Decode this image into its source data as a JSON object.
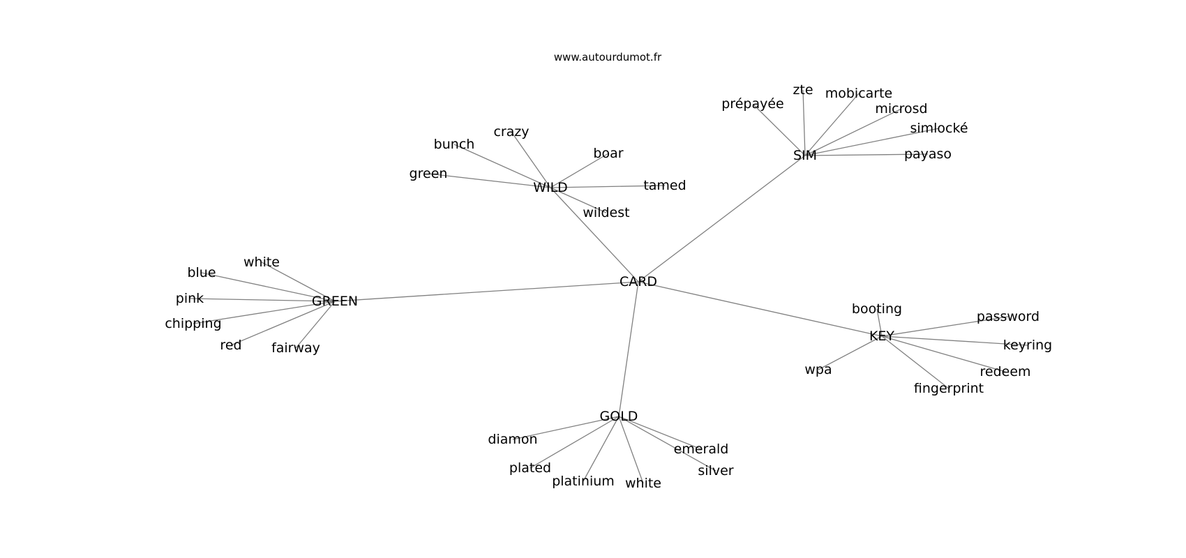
{
  "site_url": "www.autourdumot.fr",
  "center": {
    "id": "card",
    "label": "CARD"
  },
  "hubs": [
    {
      "id": "wild",
      "label": "WILD",
      "leaves": [
        {
          "id": "crazy",
          "label": "crazy"
        },
        {
          "id": "bunch",
          "label": "bunch"
        },
        {
          "id": "boar",
          "label": "boar"
        },
        {
          "id": "green",
          "label": "green"
        },
        {
          "id": "tamed",
          "label": "tamed"
        },
        {
          "id": "wildest",
          "label": "wildest"
        }
      ]
    },
    {
      "id": "sim",
      "label": "SIM",
      "leaves": [
        {
          "id": "prepayee",
          "label": "prépayée"
        },
        {
          "id": "zte",
          "label": "zte"
        },
        {
          "id": "mobicarte",
          "label": "mobicarte"
        },
        {
          "id": "microsd",
          "label": "microsd"
        },
        {
          "id": "simlocke",
          "label": "simlocké"
        },
        {
          "id": "payaso",
          "label": "payaso"
        }
      ]
    },
    {
      "id": "green-hub",
      "label": "GREEN",
      "leaves": [
        {
          "id": "white-g",
          "label": "white"
        },
        {
          "id": "blue",
          "label": "blue"
        },
        {
          "id": "pink",
          "label": "pink"
        },
        {
          "id": "chipping",
          "label": "chipping"
        },
        {
          "id": "red",
          "label": "red"
        },
        {
          "id": "fairway",
          "label": "fairway"
        }
      ]
    },
    {
      "id": "key",
      "label": "KEY",
      "leaves": [
        {
          "id": "booting",
          "label": "booting"
        },
        {
          "id": "password",
          "label": "password"
        },
        {
          "id": "keyring",
          "label": "keyring"
        },
        {
          "id": "redeem",
          "label": "redeem"
        },
        {
          "id": "fingerprint",
          "label": "fingerprint"
        },
        {
          "id": "wpa",
          "label": "wpa"
        }
      ]
    },
    {
      "id": "gold",
      "label": "GOLD",
      "leaves": [
        {
          "id": "diamon",
          "label": "diamon"
        },
        {
          "id": "plated",
          "label": "plated"
        },
        {
          "id": "platinium",
          "label": "platinium"
        },
        {
          "id": "white-au",
          "label": "white"
        },
        {
          "id": "emerald",
          "label": "emerald"
        },
        {
          "id": "silver",
          "label": "silver"
        }
      ]
    }
  ],
  "colors": {
    "edge": "#808080",
    "text": "#000000",
    "background": "#ffffff"
  }
}
